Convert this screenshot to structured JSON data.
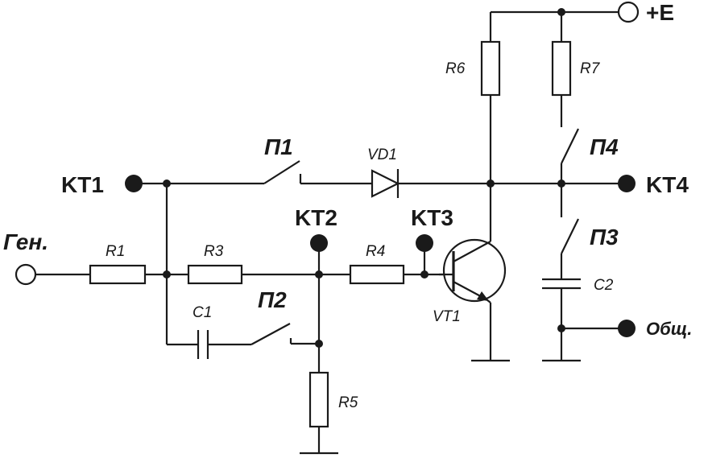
{
  "components": {
    "r1": "R1",
    "r3": "R3",
    "r4": "R4",
    "r5": "R5",
    "r6": "R6",
    "r7": "R7",
    "c1": "C1",
    "c2": "C2",
    "vd1": "VD1",
    "vt1": "VT1"
  },
  "switches": {
    "p1": "П1",
    "p2": "П2",
    "p3": "П3",
    "p4": "П4"
  },
  "test_points": {
    "kt1": "KT1",
    "kt2": "KT2",
    "kt3": "KT3",
    "kt4": "KT4"
  },
  "terminals": {
    "supply": "+E",
    "generator": "Ген.",
    "common": "Общ."
  }
}
